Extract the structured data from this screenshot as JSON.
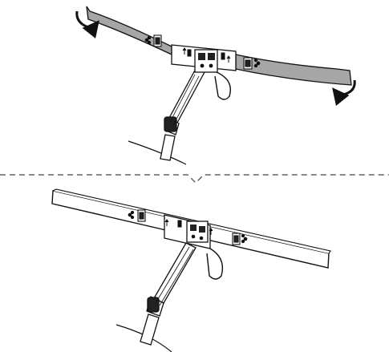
{
  "figure": {
    "panels": [
      {
        "state": "curved-flexed",
        "arrows": 2
      },
      {
        "state": "straight-flat",
        "arrows": 0
      }
    ],
    "colors": {
      "ink": "#111111",
      "bar_fill_flexed": "#a6a6a6",
      "bar_fill_flat": "#ffffff",
      "background": "#ffffff"
    }
  }
}
